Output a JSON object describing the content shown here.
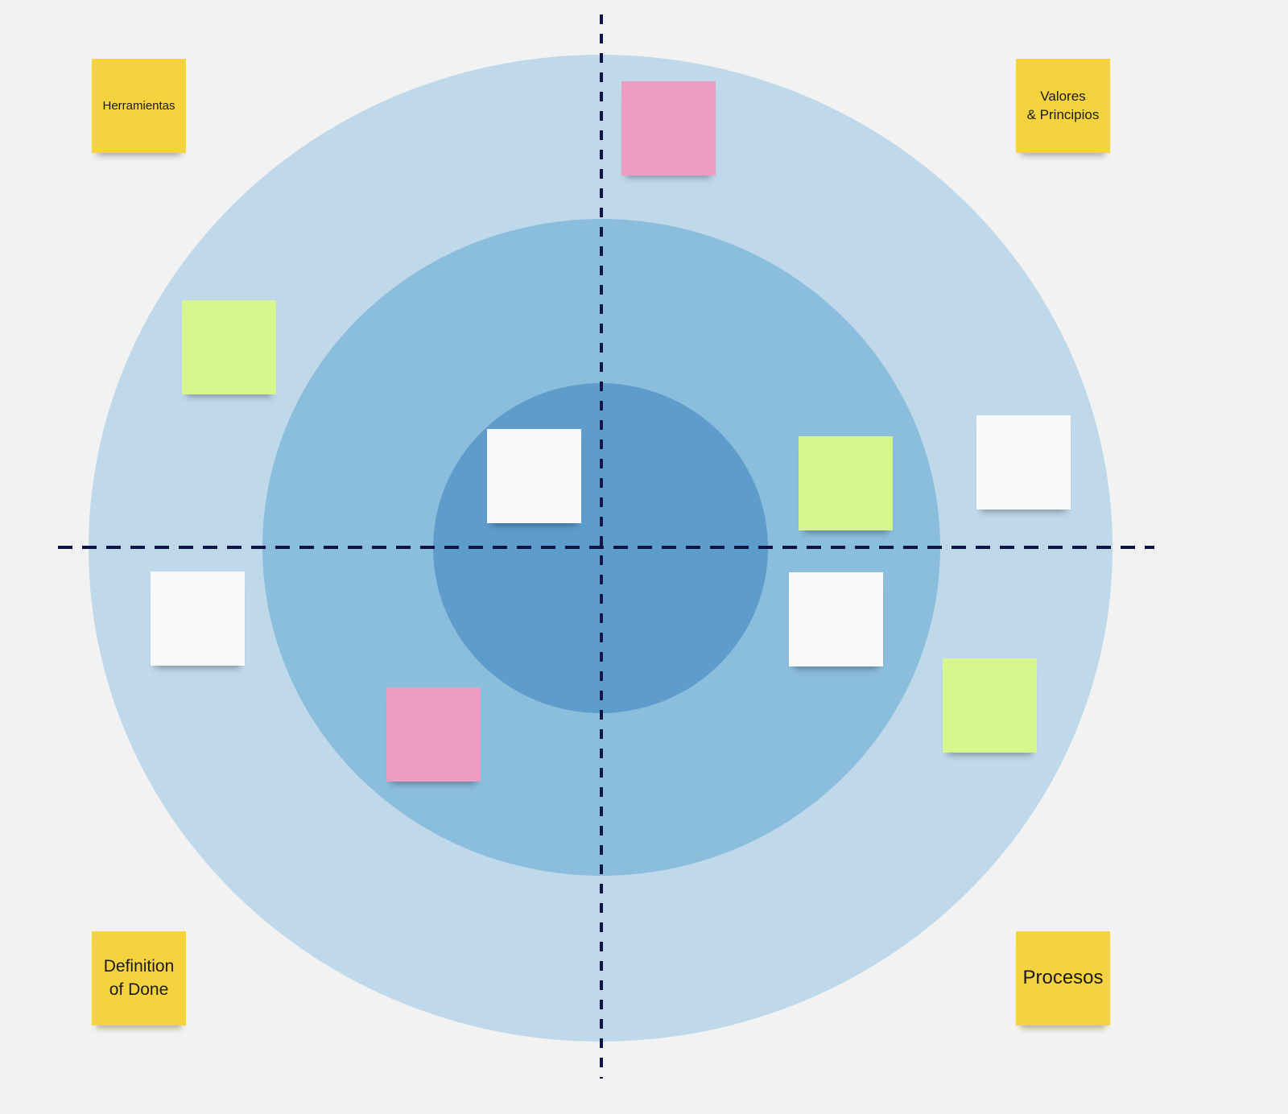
{
  "board": {
    "colors": {
      "background": "#f2f2f2",
      "outer_ring": "#bfd9ea",
      "middle_ring": "#8bbedd",
      "inner_ring": "#5e9dcb",
      "axis_line": "#0f1345",
      "sticky_yellow": "#f5d33f",
      "sticky_pink": "#eb9dc2",
      "sticky_green": "#d7f68f",
      "sticky_white": "#f8f9f9"
    },
    "quadrant_labels": {
      "top_left": "Herramientas",
      "top_right": "Valores\n& Principios",
      "bottom_left": "Definition\nof Done",
      "bottom_right": "Procesos"
    },
    "notes": [
      {
        "color": "pink",
        "text": ""
      },
      {
        "color": "green",
        "text": ""
      },
      {
        "color": "white",
        "text": ""
      },
      {
        "color": "green",
        "text": ""
      },
      {
        "color": "white",
        "text": ""
      },
      {
        "color": "white",
        "text": ""
      },
      {
        "color": "white",
        "text": ""
      },
      {
        "color": "pink",
        "text": ""
      },
      {
        "color": "green",
        "text": ""
      }
    ]
  }
}
